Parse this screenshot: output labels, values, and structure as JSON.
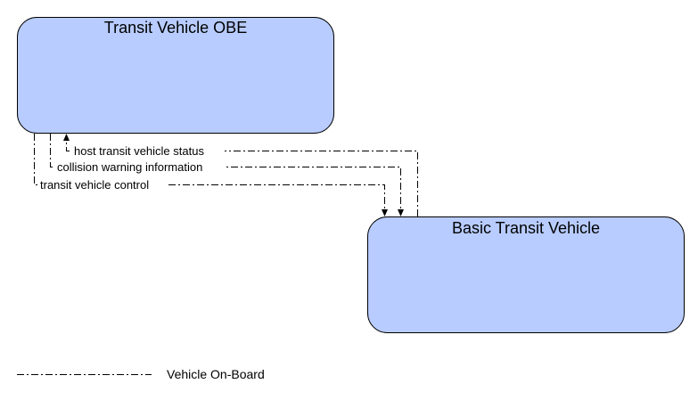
{
  "nodes": {
    "obe": {
      "title": "Transit Vehicle OBE"
    },
    "basic": {
      "title": "Basic Transit Vehicle"
    }
  },
  "flows": [
    {
      "label": "host transit vehicle status",
      "direction": "basic-to-obe"
    },
    {
      "label": "collision warning information",
      "direction": "obe-to-basic"
    },
    {
      "label": "transit vehicle control",
      "direction": "obe-to-basic"
    }
  ],
  "legend": {
    "label": "Vehicle On-Board"
  },
  "colors": {
    "node_fill": "#b8ccff",
    "line": "#000000"
  }
}
